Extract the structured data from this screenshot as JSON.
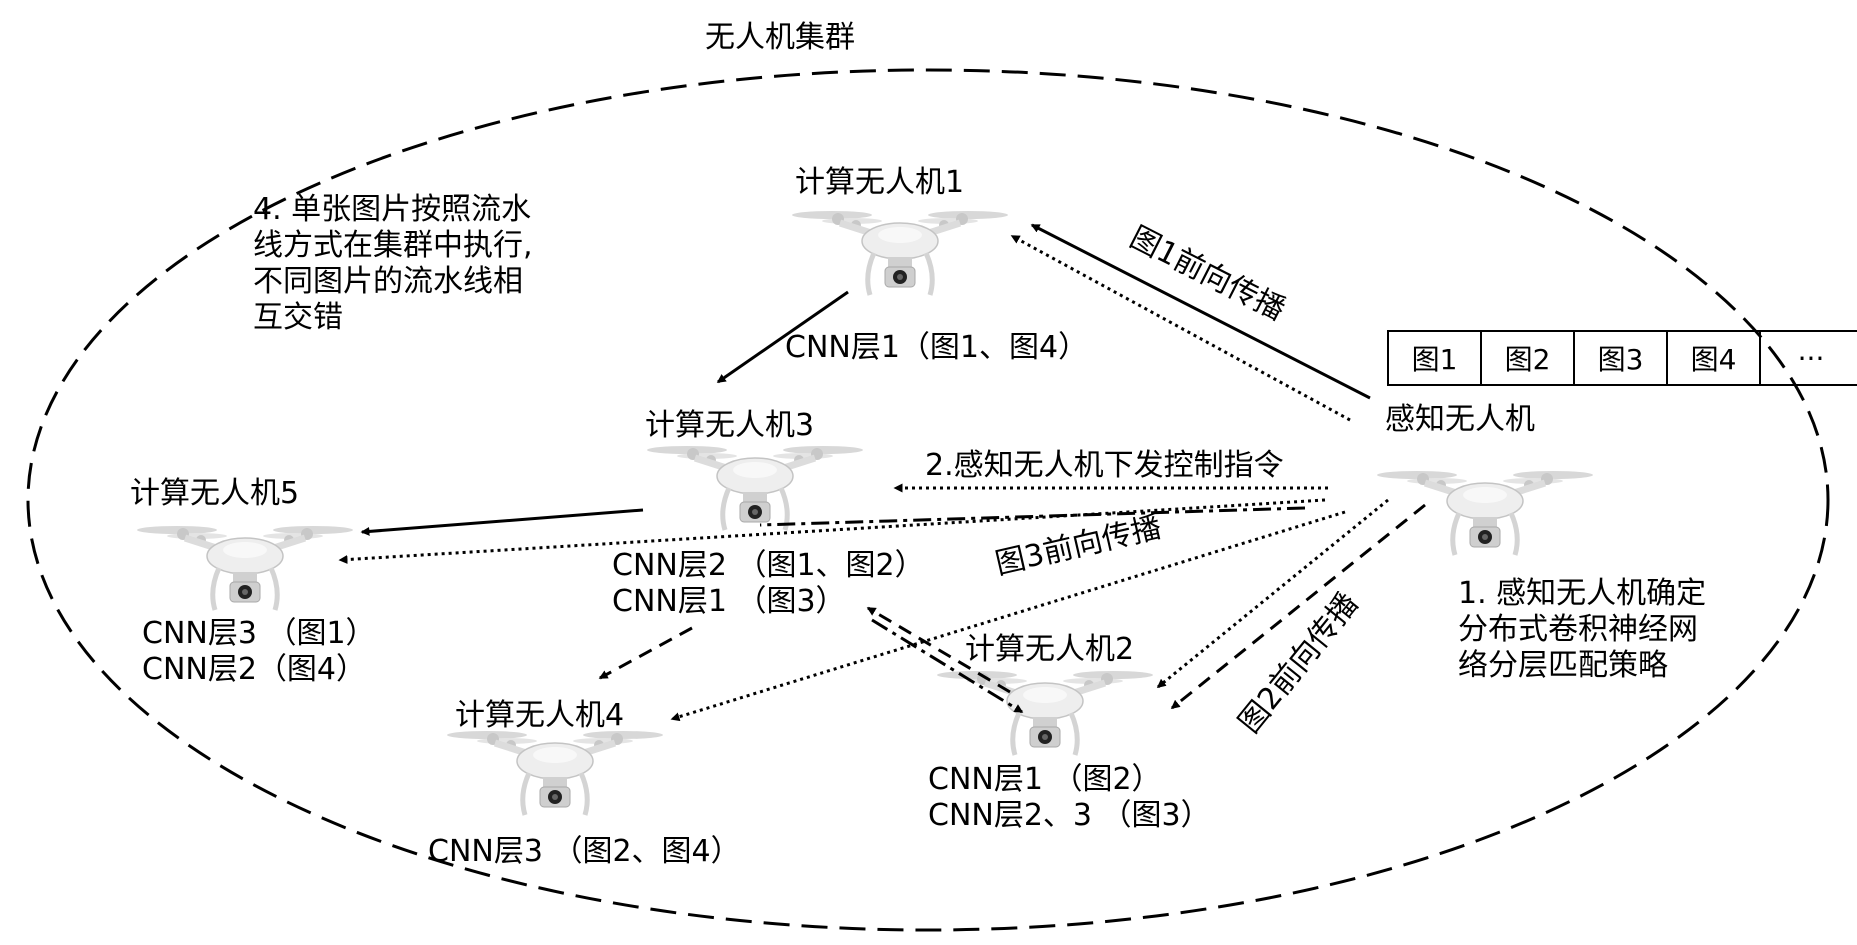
{
  "cluster_label": "无人机集群",
  "note_pipeline": [
    "4. 单张图片按照流水",
    "线方式在集群中执行,",
    "不同图片的流水线相",
    "互交错"
  ],
  "note_strategy": [
    "1. 感知无人机确定",
    "分布式卷积神经网",
    "络分层匹配策略"
  ],
  "sensing_drone": {
    "name": "感知无人机"
  },
  "image_queue": [
    "图1",
    "图2",
    "图3",
    "图4",
    "···"
  ],
  "compute_drones": [
    {
      "id": 1,
      "name": "计算无人机1",
      "layers": [
        "CNN层1（图1、图4）"
      ]
    },
    {
      "id": 2,
      "name": "计算无人机2",
      "layers": [
        "CNN层1 （图2）",
        "CNN层2、3 （图3）"
      ]
    },
    {
      "id": 3,
      "name": "计算无人机3",
      "layers": [
        "CNN层2 （图1、图2）",
        "CNN层1 （图3）"
      ]
    },
    {
      "id": 4,
      "name": "计算无人机4",
      "layers": [
        "CNN层3 （图2、图4）"
      ]
    },
    {
      "id": 5,
      "name": "计算无人机5",
      "layers": [
        "CNN层3 （图1）",
        "CNN层2（图4）"
      ]
    }
  ],
  "arrow_labels": {
    "fp1": "图1前向传播",
    "fp2": "图2前向传播",
    "fp3": "图3前向传播",
    "control": "2.感知无人机下发控制指令"
  }
}
